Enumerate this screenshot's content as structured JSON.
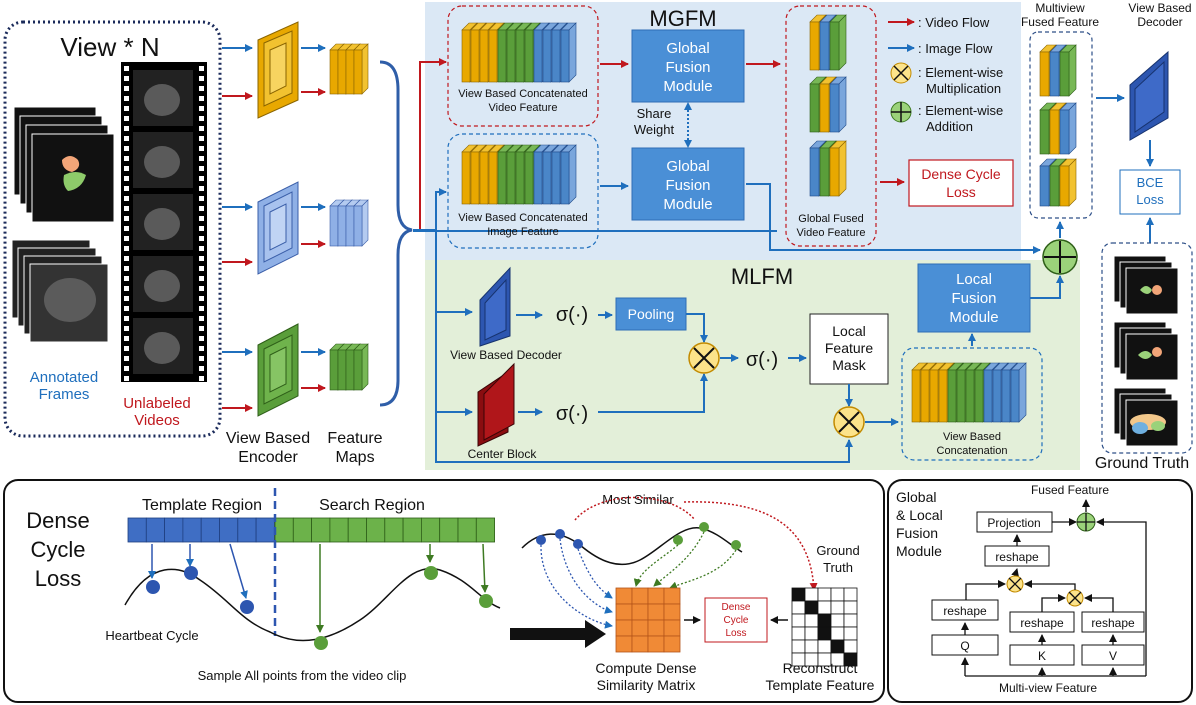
{
  "top": {
    "view_title": "View * N",
    "annotated_frames": [
      "Annotated",
      "Frames"
    ],
    "unlabeled_videos": [
      "Unlabeled",
      "Videos"
    ],
    "encoder_label": [
      "View Based",
      "Encoder"
    ],
    "feature_maps_label": [
      "Feature",
      "Maps"
    ],
    "mgfm_title": "MGFM",
    "mlfm_title": "MLFM",
    "video_feature_label": [
      "View Based Concatenated",
      "Video Feature"
    ],
    "image_feature_label": [
      "View Based Concatenated",
      "Image Feature"
    ],
    "gfm_video": [
      "Global",
      "Fusion",
      "Module"
    ],
    "gfm_image": [
      "Global",
      "Fusion",
      "Module"
    ],
    "share_weight": [
      "Share",
      "Weight"
    ],
    "global_fused_label": [
      "Global Fused",
      "Video Feature"
    ],
    "dense_cycle_loss_box": [
      "Dense Cycle",
      "Loss"
    ],
    "legend_video_flow": ": Video Flow",
    "legend_image_flow": ": Image Flow",
    "legend_mult": [
      ": Element-wise",
      "Multiplication"
    ],
    "legend_add": [
      ": Element-wise",
      "Addition"
    ],
    "multiview_fused": [
      "Multiview",
      "Fused Feature"
    ],
    "decoder_top": [
      "View Based",
      "Decoder"
    ],
    "bce_loss": [
      "BCE",
      "Loss"
    ],
    "ground_truth": "Ground Truth",
    "view_decoder_label": "View Based Decoder",
    "center_block_label": "Center Block",
    "sigma": "σ(·)",
    "pooling": "Pooling",
    "local_feature_mask": [
      "Local",
      "Feature",
      "Mask"
    ],
    "lfm": [
      "Local",
      "Fusion",
      "Module"
    ],
    "view_concat_label": [
      "View Based",
      "Concatenation"
    ]
  },
  "bottom_left": {
    "title": [
      "Dense",
      "Cycle",
      "Loss"
    ],
    "template_region": "Template Region",
    "search_region": "Search Region",
    "heartbeat_cycle": "Heartbeat Cycle",
    "sample_text": "Sample All points from the video clip",
    "most_similar": "Most Similar",
    "ground_truth": [
      "Ground",
      "Truth"
    ],
    "dense_cycle_loss": [
      "Dense",
      "Cycle",
      "Loss"
    ],
    "compute_matrix": [
      "Compute Dense",
      "Similarity Matrix"
    ],
    "reconstruct": [
      "Reconstruct",
      "Template Feature"
    ]
  },
  "bottom_right": {
    "title": [
      "Global",
      "& Local",
      "Fusion",
      "Module"
    ],
    "fused_feature": "Fused Feature",
    "projection": "Projection",
    "reshape": "reshape",
    "q": "Q",
    "k": "K",
    "v": "V",
    "multiview_feature": "Multi-view Feature"
  },
  "colors": {
    "video_flow": "#c0181e",
    "image_flow": "#1f6fbd",
    "yellow": "#e8a800",
    "green": "#5a9e3a",
    "blue": "#4a86c8",
    "dark_blue": "#2d56b0",
    "mgfm_bg": "#dbe8f5",
    "mlfm_bg": "#e3efd9",
    "module_fill": "#4a8fd6",
    "grid_orange": "#f08a36"
  }
}
